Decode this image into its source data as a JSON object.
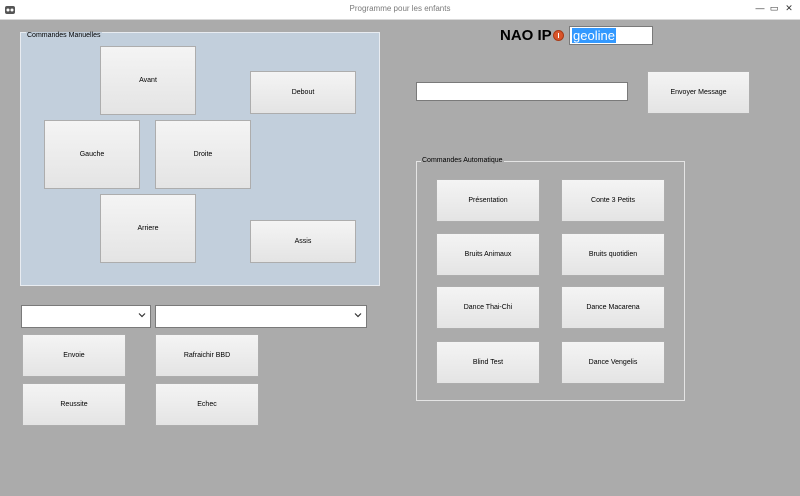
{
  "window": {
    "title": "Programme pour les enfants",
    "minimize": "—",
    "maximize": "▭",
    "close": "✕"
  },
  "manual": {
    "title": "Commandes Manuelles",
    "avant": "Avant",
    "debout": "Debout",
    "gauche": "Gauche",
    "droite": "Droite",
    "arriere": "Arriere",
    "assis": "Assis"
  },
  "bottom": {
    "combo1_value": "",
    "combo2_value": "",
    "envoie": "Envoie",
    "rafraichir": "Rafraichir BBD",
    "reussite": "Reussite",
    "echec": "Echec"
  },
  "nao": {
    "label": "NAO IP",
    "ip_value": "geoline",
    "status_color": "#d9542a"
  },
  "message": {
    "value": "",
    "send_label": "Envoyer Message"
  },
  "auto": {
    "title": "Commandes Automatique",
    "buttons": [
      "Présentation",
      "Conte 3 Petits",
      "Bruits Animaux",
      "Bruits quotidien",
      "Dance Thai-Chi",
      "Dance Macarena",
      "Blind Test",
      "Dance Vengelis"
    ]
  }
}
